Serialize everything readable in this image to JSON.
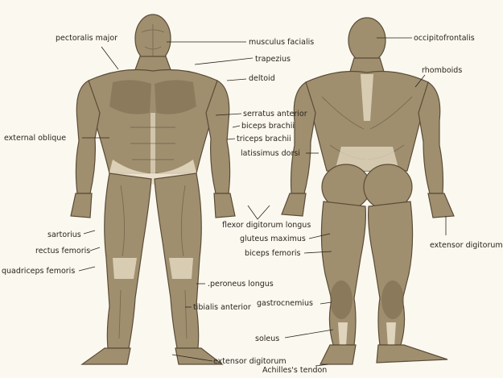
{
  "labels": {
    "pectoralis_major": "pectoralis major",
    "musculus_facialis": "musculus facialis",
    "trapezius": "trapezius",
    "deltoid": "deltoid",
    "serratus_anterior": "serratus anterior",
    "biceps_brachii": "biceps brachii",
    "triceps_brachii": "triceps brachii",
    "latissimus_dorsi": "latissimus dorsi",
    "external_oblique": "external oblique",
    "flexor_digitorum_longus": "flexor digitorum longus",
    "gluteus_maximus": "gluteus maximus",
    "biceps_femoris": "biceps femoris",
    "sartorius": "sartorius",
    "rectus_femoris": "rectus femoris",
    "quadriceps_femoris": "quadriceps femoris",
    "peroneus_longus": ".peroneus longus",
    "tibialis_anterior": "tibialis anterior",
    "gastrocnemius": "gastrocnemius",
    "soleus": "soleus",
    "extensor_digitorum_bottom": "extensor digitorum",
    "achilles_tendon": "Achilles's tendon",
    "occipitofrontalis": "occipitofrontalis",
    "rhomboids": "rhomboids",
    "extensor_digitorum_right": "extensor digitorum"
  },
  "colors": {
    "background": "#fbf8f0",
    "muscle": "#a08f6f",
    "muscle_dark": "#7c6a4e",
    "tendon": "#e6dcc4",
    "label_text": "#2a241c"
  }
}
